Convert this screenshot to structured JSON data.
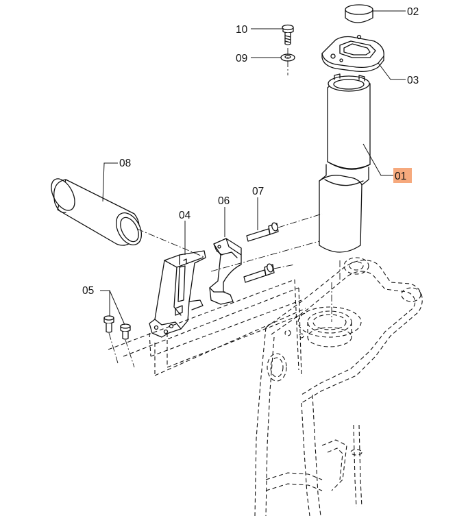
{
  "highlight_color": "#f6a97d",
  "callouts": {
    "c01": "01",
    "c02": "02",
    "c03": "03",
    "c04": "04",
    "c05": "05",
    "c06": "06",
    "c07": "07",
    "c08": "08",
    "c09": "09",
    "c10": "10"
  },
  "highlighted_callout": "01"
}
